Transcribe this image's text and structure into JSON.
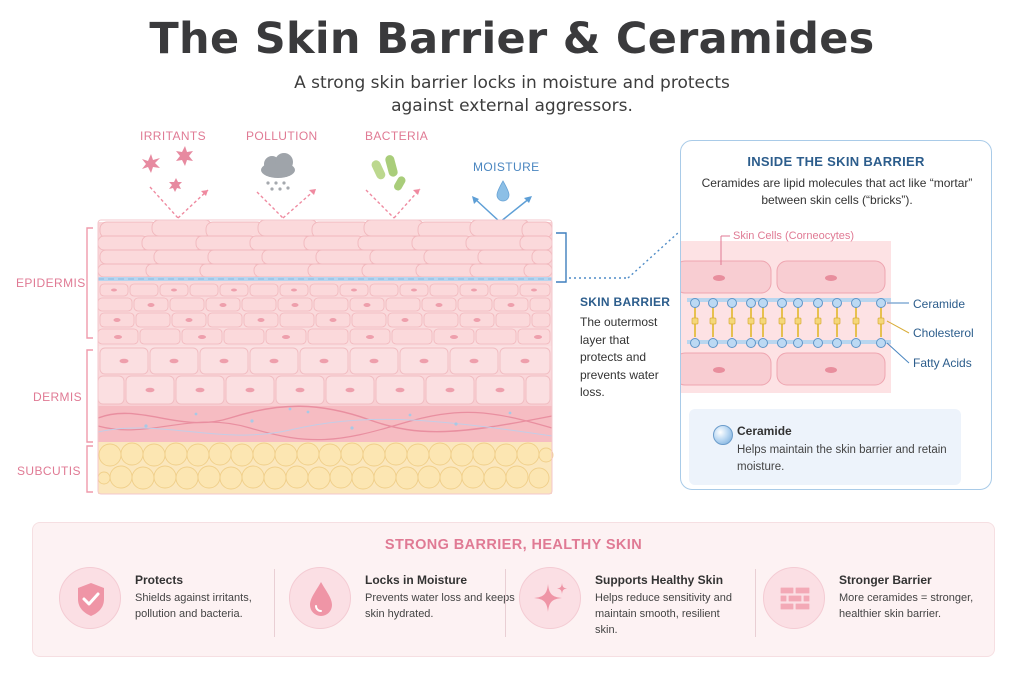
{
  "title": "The Skin Barrier & Ceramides",
  "subtitle": "A strong skin barrier locks in moisture and protects against external aggressors.",
  "top_labels": {
    "irritants": "IRRITANTS",
    "pollution": "POLLUTION",
    "bacteria": "BACTERIA",
    "moisture": "MOISTURE"
  },
  "layers": {
    "epidermis": "EPIDERMIS",
    "dermis": "DERMIS",
    "subcutis": "SUBCUTIS"
  },
  "skin_barrier": {
    "title": "SKIN BARRIER",
    "description": "The outermost layer that protects and prevents water loss."
  },
  "inside_barrier": {
    "title": "INSIDE THE SKIN BARRIER",
    "description": "Ceramides are lipid molecules that act like “mortar” between skin cells (“bricks”).",
    "skin_cells_label": "Skin Cells (Corneocytes)",
    "ceramide_label": "Ceramide",
    "cholesterol_label": "Cholesterol",
    "fatty_acids_label": "Fatty Acids",
    "card": {
      "title": "Ceramide",
      "description": "Helps maintain the skin barrier and retain moisture."
    }
  },
  "bottom": {
    "title": "STRONG BARRIER, HEALTHY SKIN",
    "features": [
      {
        "icon": "shield-check-icon",
        "title": "Protects",
        "description": "Shields against irritants, pollution and bacteria."
      },
      {
        "icon": "water-drop-icon",
        "title": "Locks in Moisture",
        "description": "Prevents water loss and keeps skin hydrated."
      },
      {
        "icon": "sparkle-icon",
        "title": "Supports Healthy Skin",
        "description": "Helps reduce sensitivity and maintain smooth, resilient skin."
      },
      {
        "icon": "brick-wall-icon",
        "title": "Stronger Barrier",
        "description": "More ceramides = stronger, healthier skin barrier."
      }
    ]
  },
  "colors": {
    "pink_accent": "#e07a94",
    "blue_accent": "#2c5d8c",
    "skin_pink": "#f7c9cd",
    "fat_yellow": "#fbe3b0",
    "lipid_blue": "#9ec9ea"
  }
}
